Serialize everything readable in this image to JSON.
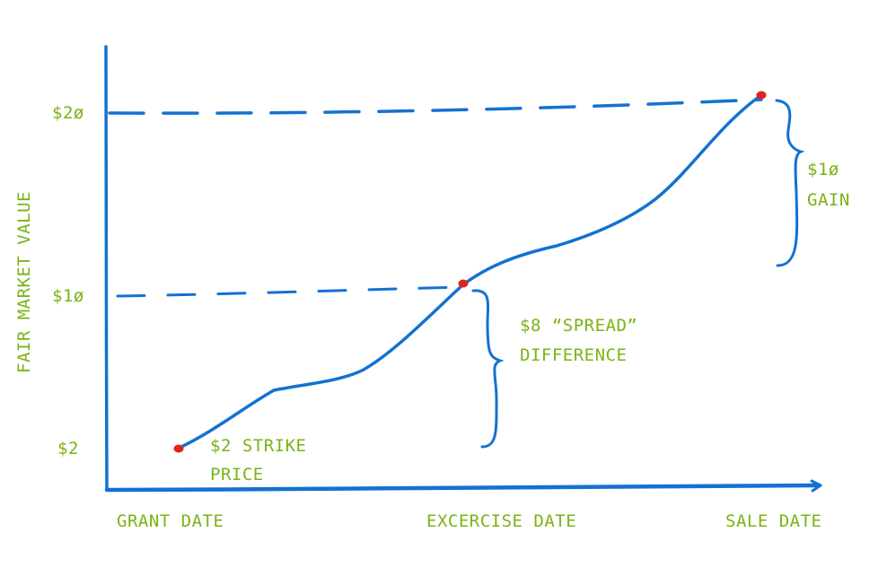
{
  "colors": {
    "ink": "#1471d2",
    "label": "#7ab317",
    "point": "#e0231c"
  },
  "chart_data": {
    "type": "line",
    "ylabel": "FAIR MARKET VALUE",
    "y_ticks": [
      "$2",
      "$1ø",
      "$2ø"
    ],
    "x_ticks": [
      "GRANT DATE",
      "EXCERCISE DATE",
      "SALE DATE"
    ],
    "series": [
      {
        "points": [
          {
            "x": "GRANT DATE",
            "y": 2
          },
          {
            "x": "EXCERCISE DATE",
            "y": 10
          },
          {
            "x": "SALE DATE",
            "y": 20
          }
        ]
      }
    ],
    "annotations": [
      {
        "lines": [
          "$2 STRIKE",
          "PRICE"
        ]
      },
      {
        "lines": [
          "$8 “SPREAD”",
          "DIFFERENCE"
        ]
      },
      {
        "lines": [
          "$1ø",
          "GAIN"
        ]
      }
    ]
  }
}
